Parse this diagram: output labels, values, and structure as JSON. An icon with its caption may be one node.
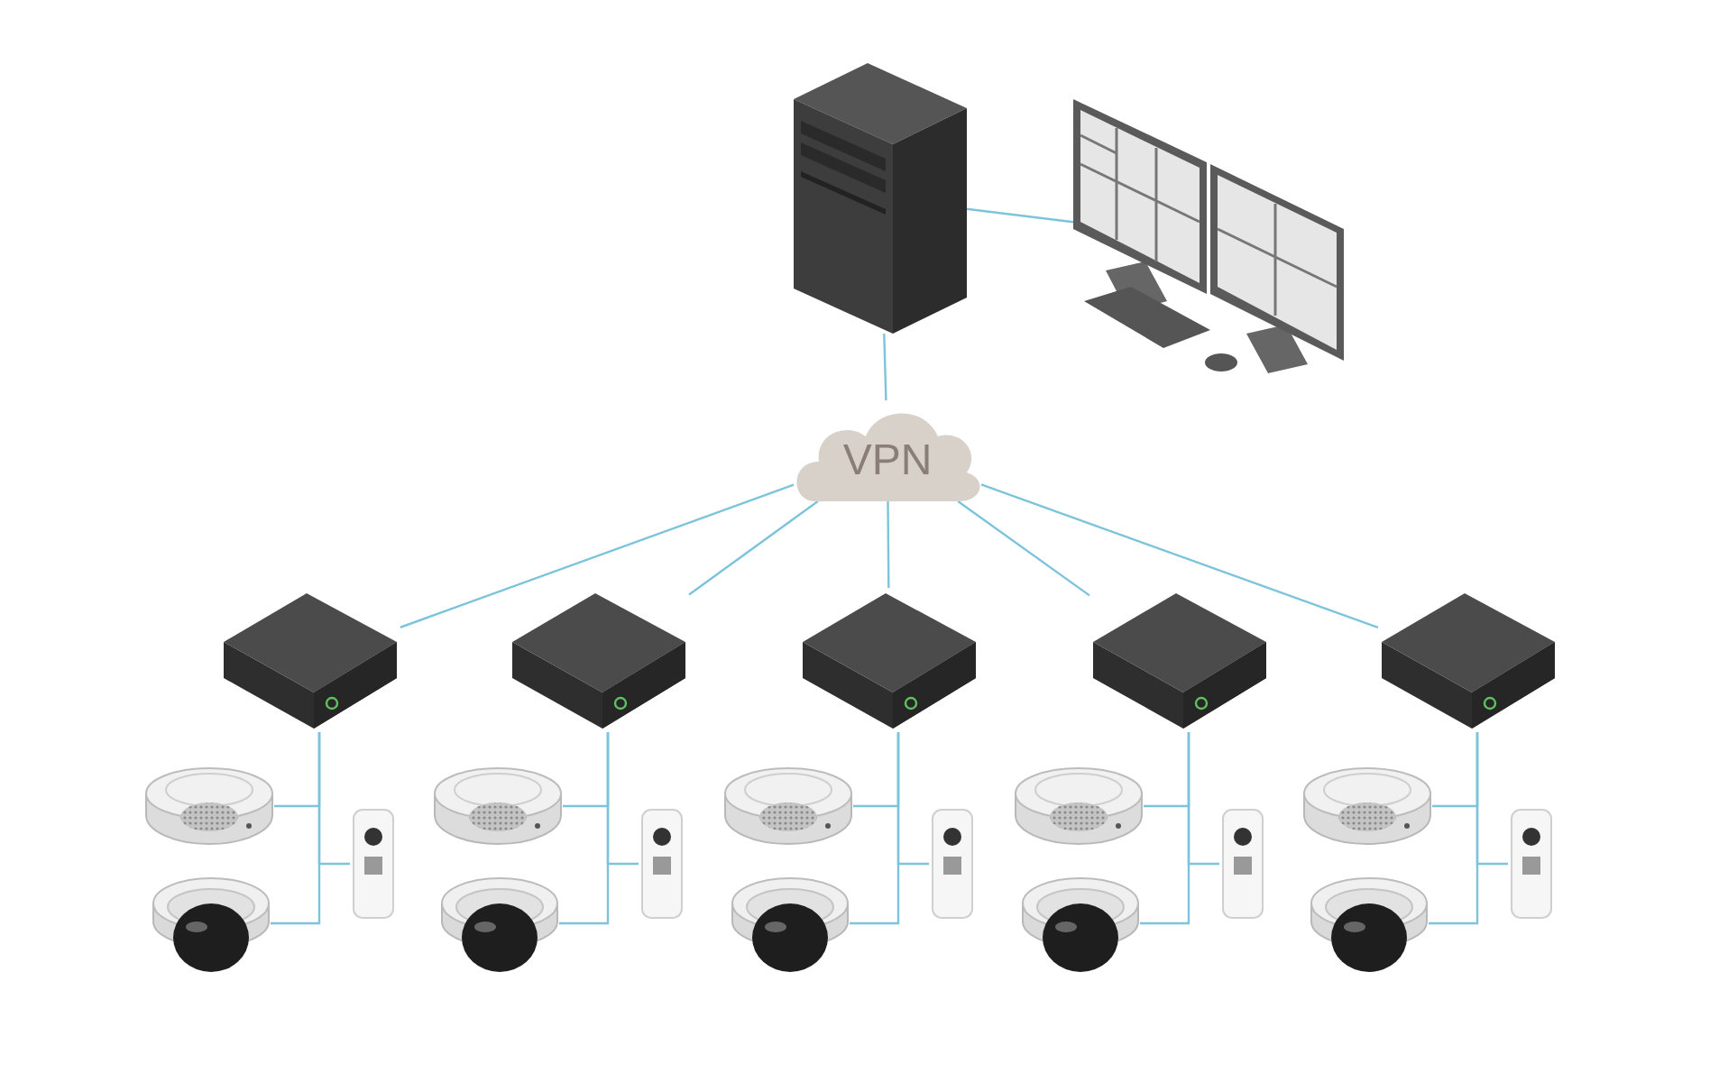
{
  "diagram": {
    "nodes": [
      {
        "text": [],
        "shape": "picture"
      },
      {
        "text": [],
        "shape": "picture"
      },
      {
        "text": [
          "VPN"
        ]
      },
      {
        "text": [],
        "shape": "picture"
      },
      {
        "text": [],
        "shape": "picture"
      },
      {
        "text": [],
        "shape": "picture"
      },
      {
        "text": [],
        "shape": "picture"
      },
      {
        "text": [],
        "shape": "picture"
      },
      {
        "text": [],
        "shape": "picture"
      },
      {
        "text": [],
        "shape": "picture"
      },
      {
        "text": [],
        "shape": "picture"
      },
      {
        "text": [],
        "shape": "picture"
      },
      {
        "text": [],
        "shape": "picture"
      },
      {
        "text": [],
        "shape": "picture"
      },
      {
        "text": [],
        "shape": "picture"
      },
      {
        "text": [],
        "shape": "picture"
      },
      {
        "text": [],
        "shape": "picture"
      },
      {
        "text": [],
        "shape": "picture"
      },
      {
        "text": [],
        "shape": "picture"
      },
      {
        "text": [],
        "shape": "picture"
      },
      {
        "text": [],
        "shape": "picture"
      },
      {
        "text": [],
        "shape": "picture"
      },
      {
        "text": [],
        "shape": "picture"
      }
    ],
    "edges": [
      {
        "from": 0,
        "to": 1,
        "arrow": "none"
      },
      {
        "from": 0,
        "to": 2,
        "arrow": "none"
      },
      {
        "from": 2,
        "to": 3,
        "arrow": "none"
      },
      {
        "from": 2,
        "to": 4,
        "arrow": "none"
      },
      {
        "from": 2,
        "to": 5,
        "arrow": "none"
      },
      {
        "from": 2,
        "to": 6,
        "arrow": "none"
      },
      {
        "from": 2,
        "to": 7,
        "arrow": "none"
      },
      {
        "from": 3,
        "to": 8,
        "arrow": "none"
      },
      {
        "from": 3,
        "to": 9,
        "arrow": "none"
      },
      {
        "from": 3,
        "to": 10,
        "arrow": "none"
      },
      {
        "from": 4,
        "to": 11,
        "arrow": "none"
      },
      {
        "from": 4,
        "to": 12,
        "arrow": "none"
      },
      {
        "from": 4,
        "to": 13,
        "arrow": "none"
      },
      {
        "from": 5,
        "to": 14,
        "arrow": "none"
      },
      {
        "from": 5,
        "to": 15,
        "arrow": "none"
      },
      {
        "from": 5,
        "to": 16,
        "arrow": "none"
      },
      {
        "from": 6,
        "to": 17,
        "arrow": "none"
      },
      {
        "from": 6,
        "to": 18,
        "arrow": "none"
      },
      {
        "from": 6,
        "to": 19,
        "arrow": "none"
      },
      {
        "from": 7,
        "to": 20,
        "arrow": "none"
      },
      {
        "from": 7,
        "to": 21,
        "arrow": "none"
      },
      {
        "from": 7,
        "to": 22,
        "arrow": "none"
      }
    ]
  }
}
